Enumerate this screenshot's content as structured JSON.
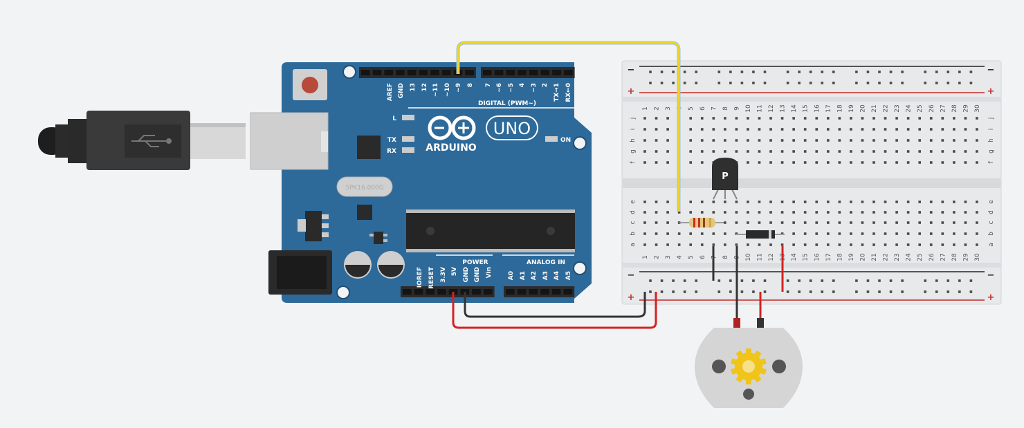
{
  "usb_cable": {
    "name": "usb-cable"
  },
  "arduino": {
    "logo": "ARDUINO",
    "model": "UNO",
    "digital_header": "DIGITAL (PWM~)",
    "digital_pins": [
      "AREF",
      "GND",
      "13",
      "12",
      "~11",
      "~10",
      "~9",
      "8",
      "7",
      "~6",
      "~5",
      "4",
      "~3",
      "2",
      "TX→1",
      "RX←0"
    ],
    "power_header": "POWER",
    "power_pins": [
      "IOREF",
      "RESET",
      "3.3V",
      "5V",
      "GND",
      "GND",
      "Vin"
    ],
    "analog_header": "ANALOG IN",
    "analog_pins": [
      "A0",
      "A1",
      "A2",
      "A3",
      "A4",
      "A5"
    ],
    "leds": {
      "l": "L",
      "tx": "TX",
      "rx": "RX",
      "on": "ON"
    },
    "crystal": "SPK16.000G"
  },
  "breadboard": {
    "columns": [
      "1",
      "2",
      "3",
      "4",
      "5",
      "6",
      "7",
      "8",
      "9",
      "10",
      "11",
      "12",
      "13",
      "14",
      "15",
      "16",
      "17",
      "18",
      "19",
      "20",
      "21",
      "22",
      "23",
      "24",
      "25",
      "26",
      "27",
      "28",
      "29",
      "30"
    ],
    "rows_top": [
      "j",
      "i",
      "h",
      "g",
      "f"
    ],
    "rows_bottom": [
      "e",
      "d",
      "c",
      "b",
      "a"
    ],
    "rail_minus": "−",
    "rail_plus": "+"
  },
  "transistor": {
    "label": "P"
  },
  "colors": {
    "board": "#2d6a9a",
    "wire_yellow": "#f4d41e",
    "wire_red": "#d42222",
    "wire_black": "#333333",
    "breadboard": "#e8e9ea",
    "background": "#f2f3f5"
  }
}
